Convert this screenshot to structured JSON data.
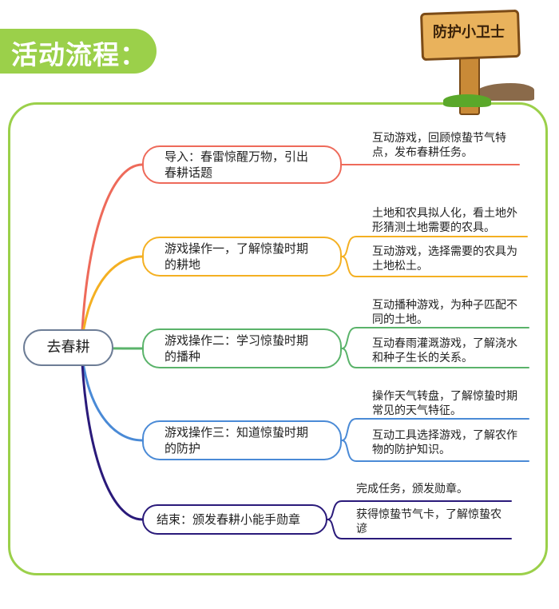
{
  "title": "活动流程：",
  "sign": "防护小卫士",
  "root": "去春耕",
  "colors": {
    "accent_green": "#9bd04a",
    "branch_red": "#ee6a5a",
    "branch_orange": "#f4b022",
    "branch_green": "#5ab36a",
    "branch_blue": "#4a8ad6",
    "branch_navy": "#2a1a7a"
  },
  "branches": [
    {
      "lines": [
        "导入：春雷惊醒万物，引出",
        "春耕话题"
      ],
      "leaves": [
        {
          "lines": [
            "互动游戏，回顾惊蛰节气特",
            "点，发布春耕任务。"
          ]
        }
      ]
    },
    {
      "lines": [
        "游戏操作一，了解惊蛰时期",
        "的耕地"
      ],
      "leaves": [
        {
          "lines": [
            "土地和农具拟人化，看土地外",
            "形猜测土地需要的农具。"
          ]
        },
        {
          "lines": [
            "互动游戏，选择需要的农具为",
            "土地松土。"
          ]
        }
      ]
    },
    {
      "lines": [
        "游戏操作二：学习惊蛰时期",
        "的播种"
      ],
      "leaves": [
        {
          "lines": [
            "互动播种游戏，为种子匹配不",
            "同的土地。"
          ]
        },
        {
          "lines": [
            "互动春雨灌溉游戏，了解浇水",
            "和种子生长的关系。"
          ]
        }
      ]
    },
    {
      "lines": [
        "游戏操作三：知道惊蛰时期",
        "的防护"
      ],
      "leaves": [
        {
          "lines": [
            "操作天气转盘，了解惊蛰时期",
            "常见的天气特征。"
          ]
        },
        {
          "lines": [
            "互动工具选择游戏，了解农作",
            "物的防护知识。"
          ]
        }
      ]
    },
    {
      "lines": [
        "结束：颁发春耕小能手勋章"
      ],
      "leaves": [
        {
          "lines": [
            "完成任务，颁发勋章。"
          ]
        },
        {
          "lines": [
            "获得惊蛰节气卡，了解惊蛰农",
            "谚"
          ]
        }
      ]
    }
  ]
}
